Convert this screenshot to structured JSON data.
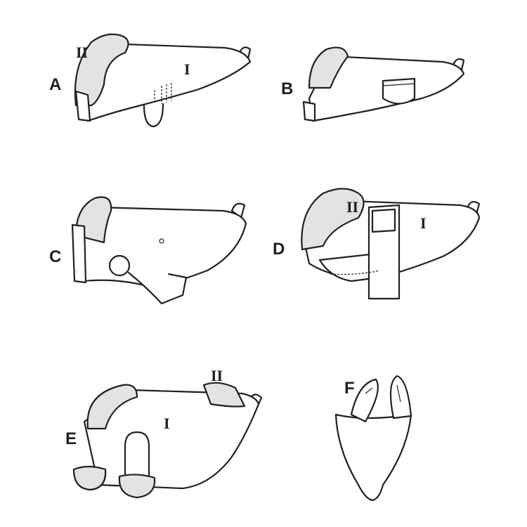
{
  "views": [
    {
      "id": "A",
      "label": "A",
      "parts": [
        "II",
        "I"
      ]
    },
    {
      "id": "B",
      "label": "B",
      "parts": []
    },
    {
      "id": "C",
      "label": "C",
      "parts": []
    },
    {
      "id": "D",
      "label": "D",
      "parts": [
        "II",
        "I"
      ]
    },
    {
      "id": "E",
      "label": "E",
      "parts": [
        "II",
        "I"
      ]
    },
    {
      "id": "F",
      "label": "F",
      "parts": []
    }
  ]
}
